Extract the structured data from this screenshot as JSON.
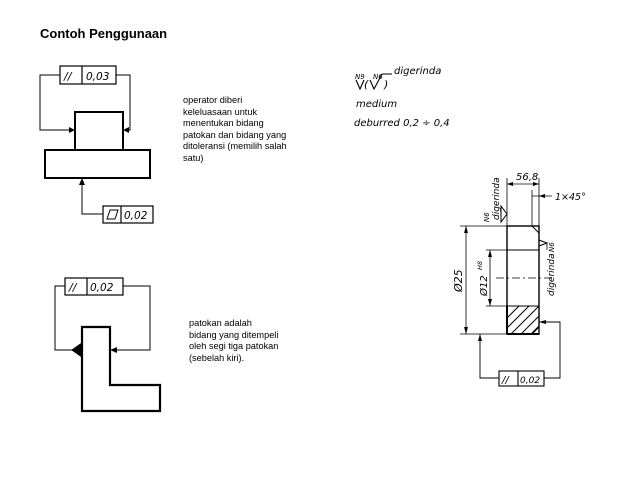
{
  "title": "Contoh Penggunaan",
  "note_top": "operator diberi\nkeleluasaan untuk\nmenentukan bidang\npatokan dan bidang yang\nditoleransi (memilih salah\nsatu)",
  "note_bottom": "patokan adalah\nbidang yang ditempeli\noleh segi tiga patokan\n(sebelah kiri).",
  "fig1": {
    "parallel_symbol": "//",
    "parallel_value": "0,03",
    "flatness_value": "0,02"
  },
  "fig2": {
    "parallel_symbol": "//",
    "parallel_value": "0,02"
  },
  "surface_spec": {
    "line1": "digerinda",
    "line2": "medium",
    "line3": "deburred 0,2 ÷ 0,4",
    "n9": "N9",
    "n6": "N6"
  },
  "section": {
    "dim_56": "56,8",
    "chamfer": "1×45°",
    "dia_25": "Ø25",
    "dia_12": "Ø12",
    "tol_h8": "H8",
    "label_top": "digerinda",
    "label_right": "digerinda",
    "n6_top": "N6",
    "n6_right": "N6",
    "parallel_symbol": "//",
    "parallel_value": "0,02"
  }
}
